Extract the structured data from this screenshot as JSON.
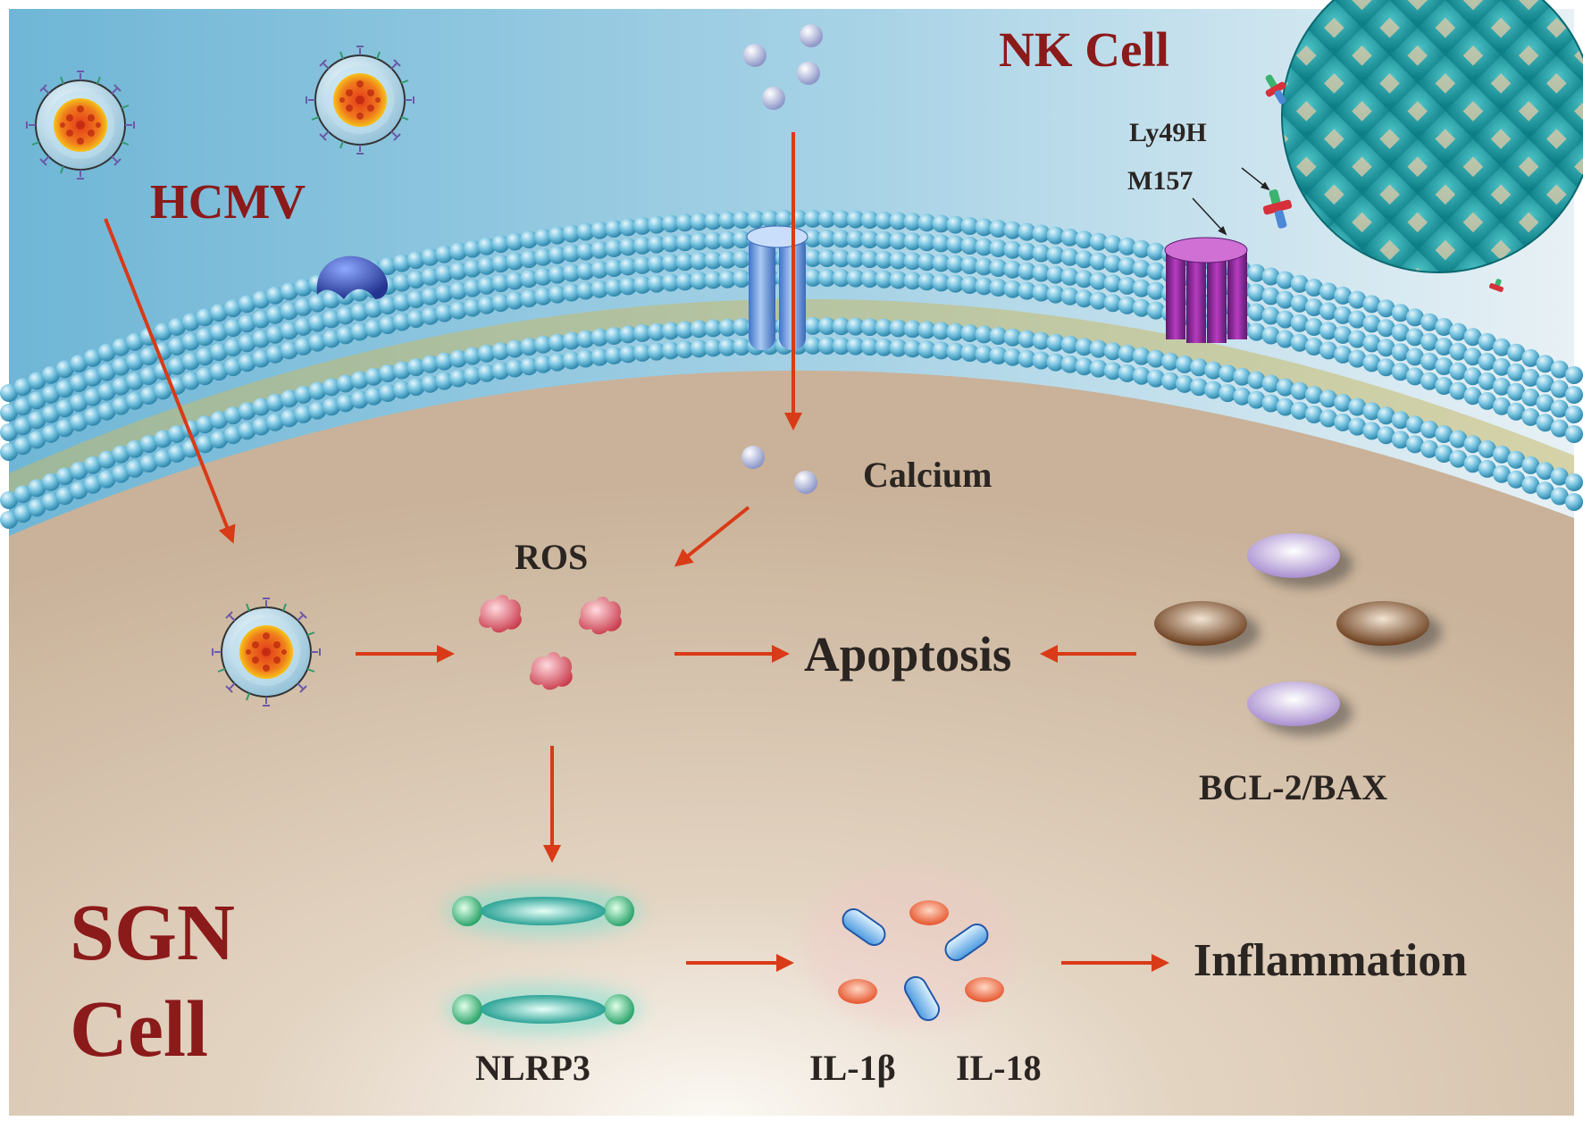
{
  "labels": {
    "nk_cell": "NK Cell",
    "hcmv": "HCMV",
    "ly49h": "Ly49H",
    "m157": "M157",
    "calcium": "Calcium",
    "ros": "ROS",
    "apoptosis": "Apoptosis",
    "bcl2_bax": "BCL-2/BAX",
    "sgn": "SGN",
    "cell": "Cell",
    "nlrp3": "NLRP3",
    "il1b": "IL-1β",
    "il18": "IL-18",
    "inflammation": "Inflammation"
  },
  "colors": {
    "title_red": "#8b1a1a",
    "text_dark": "#2b2522",
    "arrow": "#d93a17",
    "sky": "#7fc1dd",
    "cytoplasm": "#d2bda4",
    "membrane_bead": "#5fb3d4",
    "nk_teal": "#1d9aa0"
  }
}
